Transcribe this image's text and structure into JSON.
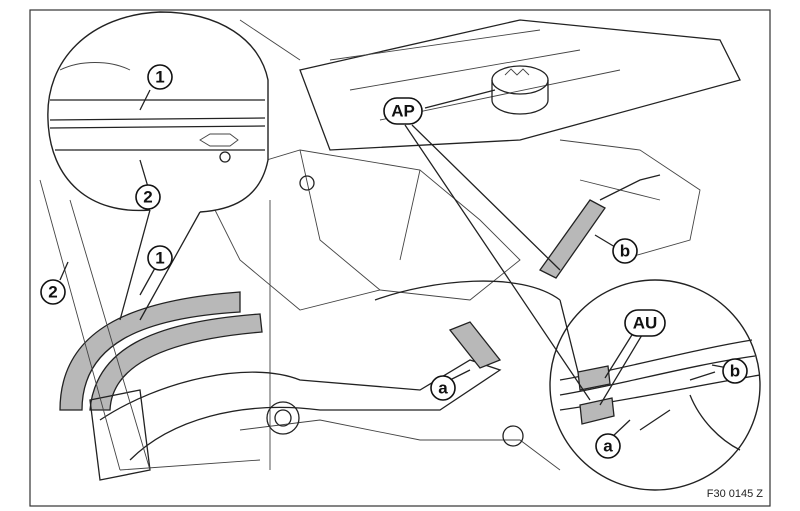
{
  "callouts": {
    "inset_top_1": "1",
    "inset_top_2": "2",
    "main_1": "1",
    "main_2": "2",
    "ap": "AP",
    "main_b": "b",
    "au": "AU",
    "inset_b": "b",
    "main_a": "a",
    "inset_a": "a"
  },
  "figure_code": "F30 0145 Z"
}
